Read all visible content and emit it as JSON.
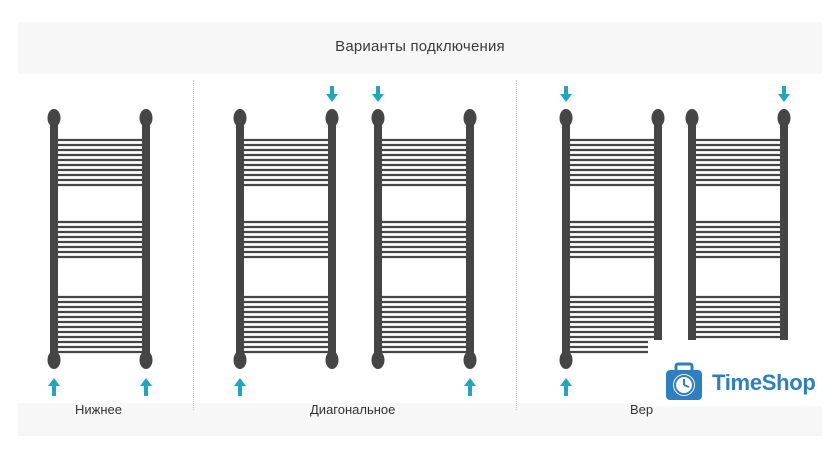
{
  "title": "Варианты подключения",
  "groups": [
    {
      "label": "Нижнее"
    },
    {
      "label": "Диагональное"
    },
    {
      "label": "Вер"
    }
  ],
  "logo": {
    "text": "TimeShop",
    "icon": "clock-briefcase-icon"
  },
  "colors": {
    "rail": "#454545",
    "arrow": "#1fa7c2",
    "brand": "#2e7fc1"
  },
  "radiators": [
    {
      "arrows": [
        "bottom-left",
        "bottom-right"
      ]
    },
    {
      "arrows": [
        "top-right",
        "bottom-left"
      ]
    },
    {
      "arrows": [
        "top-left",
        "bottom-right"
      ]
    },
    {
      "arrows": [
        "top-left",
        "bottom-left"
      ]
    },
    {
      "arrows": [
        "top-right"
      ]
    }
  ]
}
